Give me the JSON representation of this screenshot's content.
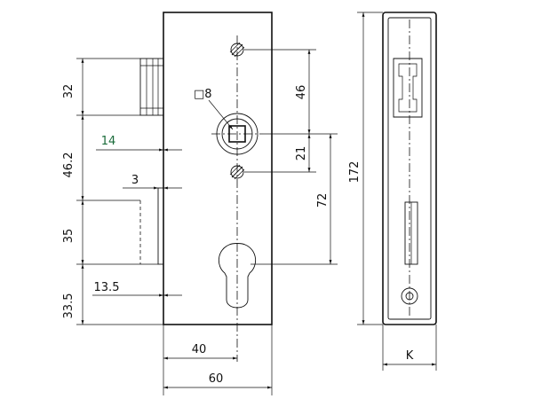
{
  "diagram": {
    "labels": {
      "d32": "32",
      "d46_2": "46.2",
      "d35": "35",
      "d33_5": "33.5",
      "d14": "14",
      "d3": "3",
      "d13_5": "13.5",
      "d8": "□8",
      "d46": "46",
      "d21": "21",
      "d72": "72",
      "d172": "172",
      "d40": "40",
      "d60": "60",
      "dK": "K"
    }
  }
}
